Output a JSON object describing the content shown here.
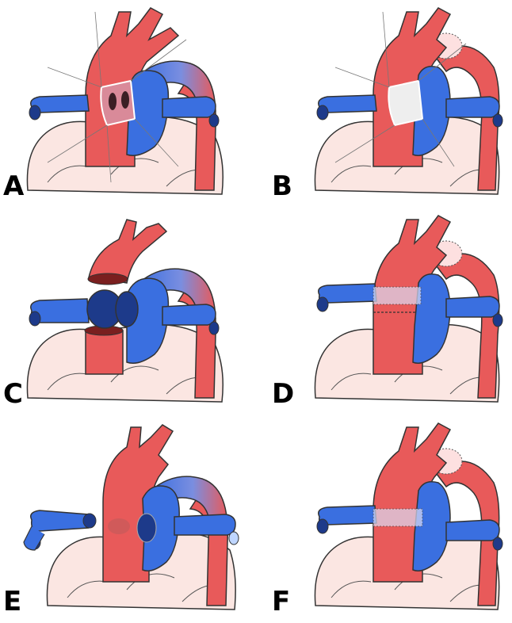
{
  "panels": [
    {
      "label": "A"
    },
    {
      "label": "B"
    },
    {
      "label": "C"
    },
    {
      "label": "D"
    },
    {
      "label": "E"
    },
    {
      "label": "F"
    }
  ],
  "colors": {
    "artery_red": "#e85a5a",
    "artery_dark": "#c0392b",
    "vein_blue": "#3a6fe0",
    "vein_light": "#6f9cf5",
    "lung_pink": "#fbe6e2",
    "outline": "#333333"
  }
}
